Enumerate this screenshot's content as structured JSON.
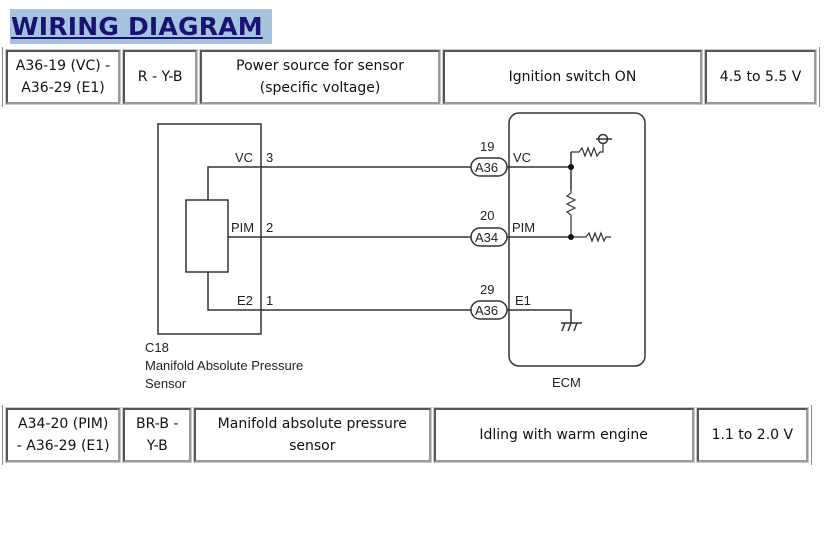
{
  "title": "WIRING DIAGRAM",
  "rows": [
    {
      "terminal": "A36-19 (VC) - A36-29 (E1)",
      "terminal_lines": [
        "A36-19 (VC) -",
        "A36-29 (E1)"
      ],
      "wire_color": "R - Y-B",
      "wire_color_lines": [
        "R - Y-B"
      ],
      "description": "Power source for sensor (specific voltage)",
      "description_lines": [
        "Power source for sensor",
        "(specific voltage)"
      ],
      "condition": "Ignition switch ON",
      "specified": "4.5 to 5.5 V"
    },
    {
      "terminal": "A34-20 (PIM) - A36-29 (E1)",
      "terminal_lines": [
        "A34-20 (PIM)",
        "- A36-29 (E1)"
      ],
      "wire_color": "BR-B - Y-B",
      "wire_color_lines": [
        "BR-B -",
        "Y-B"
      ],
      "description": "Manifold absolute pressure sensor",
      "description_lines": [
        "Manifold absolute pressure",
        "sensor"
      ],
      "condition": "Idling with warm engine",
      "specified": "1.1 to 2.0 V"
    }
  ],
  "diagram": {
    "sensor": {
      "connector": "C18",
      "name_lines": [
        "Manifold Absolute Pressure",
        "Sensor"
      ],
      "pins": [
        {
          "label": "VC",
          "number": "3"
        },
        {
          "label": "PIM",
          "number": "2"
        },
        {
          "label": "E2",
          "number": "1"
        }
      ]
    },
    "ecm": {
      "name": "ECM",
      "pins": [
        {
          "number": "19",
          "connector": "A36",
          "label": "VC"
        },
        {
          "number": "20",
          "connector": "A34",
          "label": "PIM"
        },
        {
          "number": "29",
          "connector": "A36",
          "label": "E1"
        }
      ]
    }
  },
  "colors": {
    "title_text": "#1a1175",
    "title_highlight": "#a3c4dc"
  }
}
